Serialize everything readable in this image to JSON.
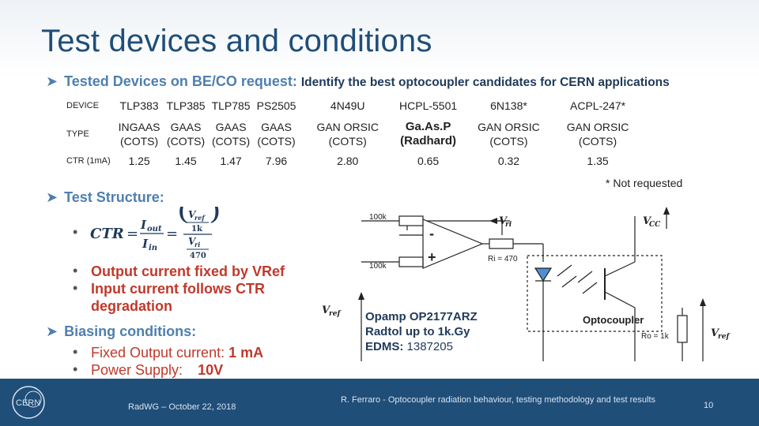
{
  "title": "Test devices and conditions",
  "bullet1": {
    "label": "Tested Devices on BE/CO request:",
    "detail": "Identify the best optocoupler candidates for CERN applications"
  },
  "devices_table": {
    "row_headers": [
      "DEVICE",
      "TYPE",
      "CTR (1mA)"
    ],
    "devices": [
      "TLP383",
      "TLP385",
      "TLP785",
      "PS2505",
      "4N49U",
      "HCPL-5501",
      "6N138*",
      "ACPL-247*"
    ],
    "types": [
      [
        "INGAAS",
        "(COTS)"
      ],
      [
        "GAAS",
        "(COTS)"
      ],
      [
        "GAAS",
        "(COTS)"
      ],
      [
        "GAAS",
        "(COTS)"
      ],
      [
        "GAN ORSIC",
        "(COTS)"
      ],
      [
        "Ga.As.P",
        "(Radhard)"
      ],
      [
        "GAN ORSIC",
        "(COTS)"
      ],
      [
        "GAN ORSIC",
        "(COTS)"
      ]
    ],
    "ctr": [
      "1.25",
      "1.45",
      "1.47",
      "7.96",
      "2.80",
      "0.65",
      "0.32",
      "1.35"
    ]
  },
  "not_requested": "* Not requested",
  "bullet2": {
    "label": "Test Structure:"
  },
  "formula": {
    "ctr": "CTR",
    "eq": "=",
    "iout": "I",
    "iout_sub": "out",
    "iin": "I",
    "iin_sub": "in",
    "vref": "V",
    "vref_sub": "ref",
    "k1": "1k",
    "vri": "V",
    "vri_sub": "ri",
    "r470": "470"
  },
  "sub_bullets": [
    "Output current fixed by VRef",
    "Input current follows CTR degradation"
  ],
  "bullet3": {
    "label": "Biasing conditions:"
  },
  "biasing": [
    {
      "label": "Fixed Output current: ",
      "value": "1 mA"
    },
    {
      "label": "Power Supply: ",
      "value": "10V"
    }
  ],
  "circuit": {
    "r1": "100k",
    "r2": "100k",
    "minus": "-",
    "plus": "+",
    "vri": "V",
    "vri_sub": "ri",
    "vcc": "V",
    "vcc_sub": "CC",
    "ri": "Ri = 470",
    "vref_left": "V",
    "vref_left_sub": "ref",
    "optocoupler": "Optocoupler",
    "ro": "Ro = 1k",
    "vref_right": "V",
    "vref_right_sub": "ref",
    "opamp_line1": "Opamp OP2177ARZ",
    "opamp_line2": "Radtol up to 1k.Gy",
    "opamp_line3_label": "EDMS:",
    "opamp_line3_value": " 1387205"
  },
  "footer": {
    "logo_text": "CERN",
    "left": "RadWG – October 22, 2018",
    "middle": "R. Ferraro - Optocoupler radiation behaviour, testing methodology and test results",
    "page": "10"
  },
  "colors": {
    "title": "#1f4e79",
    "accent_blue": "#4f7fae",
    "red": "#c0392b",
    "footer": "#1f4e79"
  }
}
